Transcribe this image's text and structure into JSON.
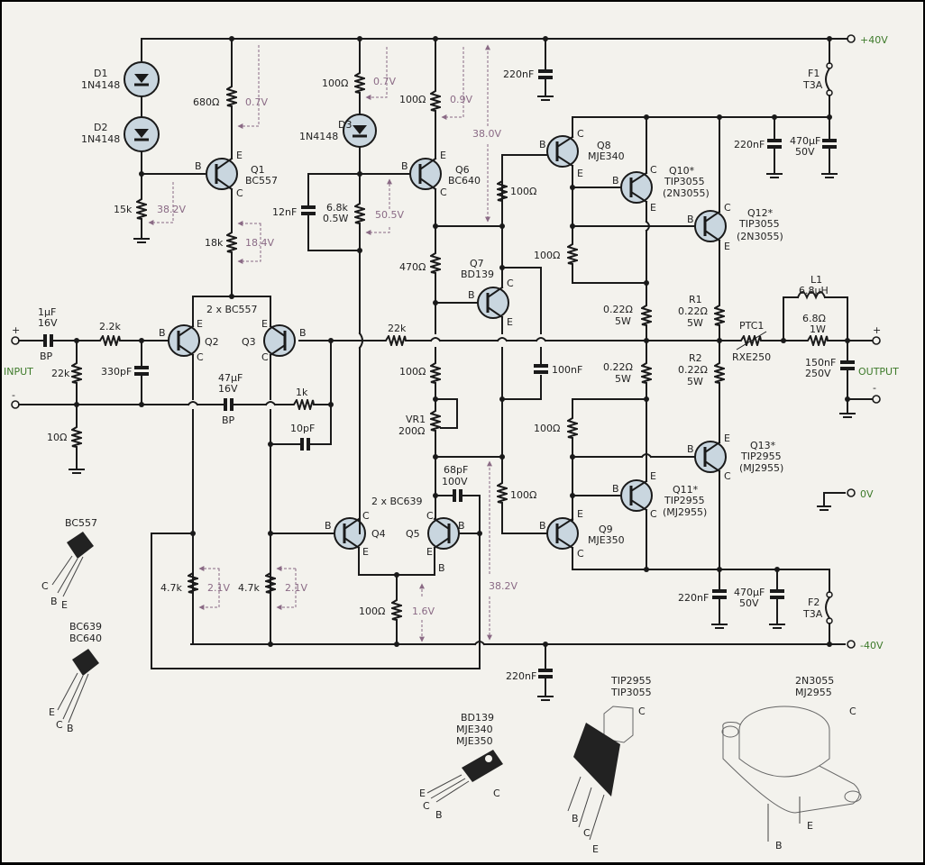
{
  "rails": {
    "positive": "+40V",
    "negative": "-40V",
    "ground": "0V"
  },
  "io": {
    "input_label": "INPUT",
    "output_label": "OUTPUT",
    "plus": "+",
    "minus": "-"
  },
  "diodes": [
    {
      "ref": "D1",
      "part": "1N4148"
    },
    {
      "ref": "D2",
      "part": "1N4148"
    },
    {
      "ref": "D3",
      "part": "1N4148"
    }
  ],
  "transistors": {
    "Q1": {
      "ref": "Q1",
      "part": "BC557"
    },
    "Q2": {
      "ref": "Q2"
    },
    "Q3": {
      "ref": "Q3"
    },
    "Q2_Q3_pair": "2 x BC557",
    "Q4": {
      "ref": "Q4"
    },
    "Q5": {
      "ref": "Q5"
    },
    "Q4_Q5_pair": "2 x BC639",
    "Q6": {
      "ref": "Q6",
      "part": "BC640"
    },
    "Q7": {
      "ref": "Q7",
      "part": "BD139"
    },
    "Q8": {
      "ref": "Q8",
      "part": "MJE340"
    },
    "Q9": {
      "ref": "Q9",
      "part": "MJE350"
    },
    "Q10": {
      "ref": "Q10*",
      "part": "TIP3055",
      "alt": "(2N3055)"
    },
    "Q11": {
      "ref": "Q11*",
      "part": "TIP2955",
      "alt": "(MJ2955)"
    },
    "Q12": {
      "ref": "Q12*",
      "part": "TIP3055",
      "alt": "(2N3055)"
    },
    "Q13": {
      "ref": "Q13*",
      "part": "TIP2955",
      "alt": "(MJ2955)"
    }
  },
  "pins": {
    "b": "B",
    "c": "C",
    "e": "E"
  },
  "resistors": {
    "r680": "680Ω",
    "r15k": "15k",
    "r18k": "18k",
    "r100_d3": "100Ω",
    "r6k8": "6.8k",
    "r6k8_w": "0.5W",
    "r100_q6": "100Ω",
    "r470": "470Ω",
    "r100_q8b": "100Ω",
    "r100_q8e": "100Ω",
    "r100_q9b": "100Ω",
    "r100_q9e": "100Ω",
    "r2k2": "2.2k",
    "r22k_in": "22k",
    "r10": "10Ω",
    "r1k": "1k",
    "r22k_fb": "22k",
    "r100_vr": "100Ω",
    "vr1_ref": "VR1",
    "vr1_val": "200Ω",
    "r4k7_a": "4.7k",
    "r4k7_b": "4.7k",
    "r100_tail": "100Ω",
    "r022_a": "0.22Ω",
    "r022_a_w": "5W",
    "r022_b": "0.22Ω",
    "r022_b_w": "5W",
    "R1_ref": "R1",
    "R1_val": "0.22Ω",
    "R1_w": "5W",
    "R2_ref": "R2",
    "R2_val": "0.22Ω",
    "R2_w": "5W",
    "r6r8": "6.8Ω",
    "r6r8_w": "1W"
  },
  "capacitors": {
    "c1u": "1µF",
    "c1u_v": "16V",
    "c1u_t": "BP",
    "c330p": "330pF",
    "c47u": "47µF",
    "c47u_v": "16V",
    "c47u_t": "BP",
    "c10p": "10pF",
    "c12n": "12nF",
    "c220n_top": "220nF",
    "c100n": "100nF",
    "c68p": "68pF",
    "c68p_v": "100V",
    "c220n_pos": "220nF",
    "c470u_pos": "470µF",
    "c470u_pos_v": "50V",
    "c220n_neg": "220nF",
    "c470u_neg": "470µF",
    "c470u_neg_v": "50V",
    "c220n_bot": "220nF",
    "c150n": "150nF",
    "c150n_v": "250V"
  },
  "misc": {
    "F1_ref": "F1",
    "F1_val": "T3A",
    "F2_ref": "F2",
    "F2_val": "T3A",
    "L1_ref": "L1",
    "L1_val": "6.8µH",
    "PTC1_ref": "PTC1",
    "PTC1_val": "RXE250"
  },
  "voltages": {
    "v_680": "0.7V",
    "v_15k": "38.2V",
    "v_18k": "18.4V",
    "v_d3": "0.7V",
    "v_q6e": "0.9V",
    "v_rail": "38.0V",
    "v_6k8": "50.5V",
    "v_4k7a": "2.1V",
    "v_4k7b": "2.1V",
    "v_tail": "1.6V",
    "v_q5": "38.2V"
  },
  "packages": {
    "to92_a": "BC557",
    "to92_a_pins": [
      "C",
      "B",
      "E"
    ],
    "to92_b1": "BC639",
    "to92_b2": "BC640",
    "to92_b_pins": [
      "E",
      "C",
      "B"
    ],
    "to126_1": "BD139",
    "to126_2": "MJE340",
    "to126_3": "MJE350",
    "to126_pins": [
      "E",
      "C",
      "B",
      "C"
    ],
    "to220_1": "TIP2955",
    "to220_2": "TIP3055",
    "to220_pins": [
      "B",
      "C",
      "E",
      "C"
    ],
    "to3_1": "2N3055",
    "to3_2": "MJ2955",
    "to3_pins": [
      "B",
      "E",
      "C"
    ]
  }
}
